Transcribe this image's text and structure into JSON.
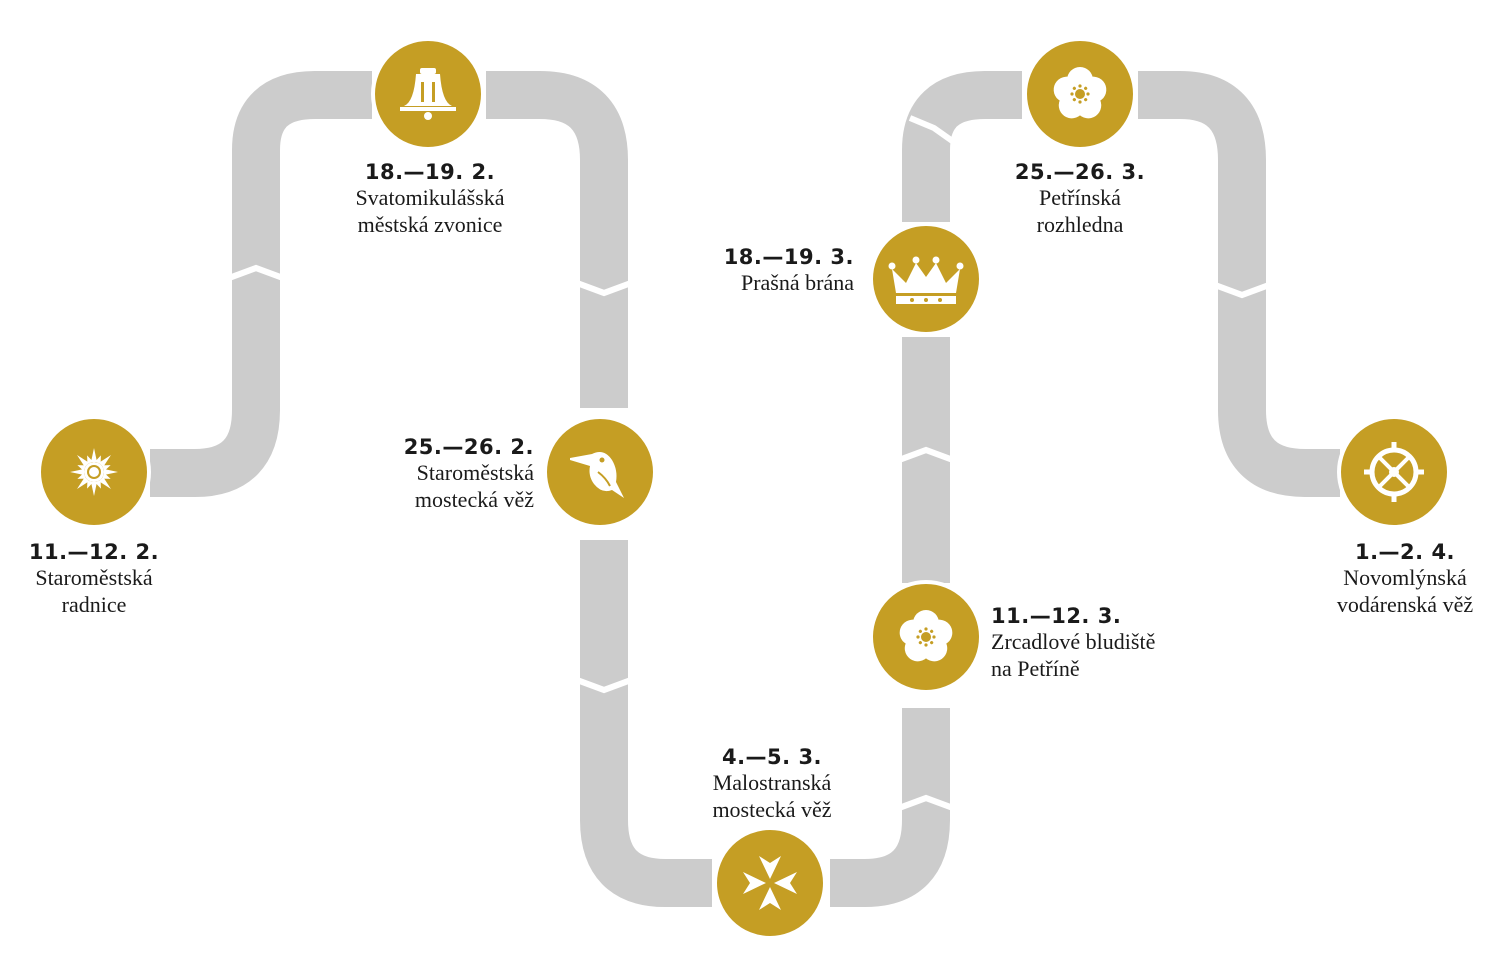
{
  "accent_color": "#c59e24",
  "track_color": "#cccccc",
  "stops": [
    {
      "id": "staromestska-radnice",
      "date": "11.—12. 2.",
      "name_lines": [
        "Staroměstská",
        "radnice"
      ],
      "icon": "sun-icon"
    },
    {
      "id": "svatomikulasska-zvonice",
      "date": "18.—19. 2.",
      "name_lines": [
        "Svatomikulášská",
        "městská zvonice"
      ],
      "icon": "bell-icon"
    },
    {
      "id": "staromestska-mostecka-vez",
      "date": "25.—26. 2.",
      "name_lines": [
        "Staroměstská",
        "mostecká věž"
      ],
      "icon": "kingfisher-icon"
    },
    {
      "id": "malostranska-mostecka-vez",
      "date": "4.—5. 3.",
      "name_lines": [
        "Malostranská",
        "mostecká věž"
      ],
      "icon": "maltese-cross-icon"
    },
    {
      "id": "zrcadlove-bludiste",
      "date": "11.—12. 3.",
      "name_lines": [
        "Zrcadlové bludiště",
        "na Petříně"
      ],
      "icon": "flower-icon"
    },
    {
      "id": "prasna-brana",
      "date": "18.—19. 3.",
      "name_lines": [
        "Prašná brána"
      ],
      "icon": "crown-icon"
    },
    {
      "id": "petrinska-rozhledna",
      "date": "25.—26. 3.",
      "name_lines": [
        "Petřínská",
        "rozhledna"
      ],
      "icon": "flower-icon"
    },
    {
      "id": "novomlynska-vodarenska-vez",
      "date": "1.—2. 4.",
      "name_lines": [
        "Novomlýnská",
        "vodárenská věž"
      ],
      "icon": "water-wheel-icon"
    }
  ]
}
